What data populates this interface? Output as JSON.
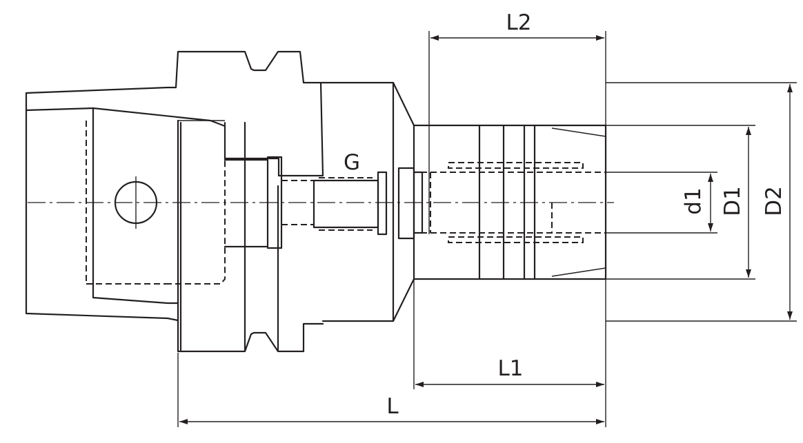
{
  "labels": {
    "l2": "L2",
    "l1": "L1",
    "l": "L",
    "g": "G",
    "d1": "d1",
    "big_d1": "D1",
    "d2": "D2"
  },
  "colors": {
    "line": "#231f20",
    "background": "#ffffff"
  }
}
